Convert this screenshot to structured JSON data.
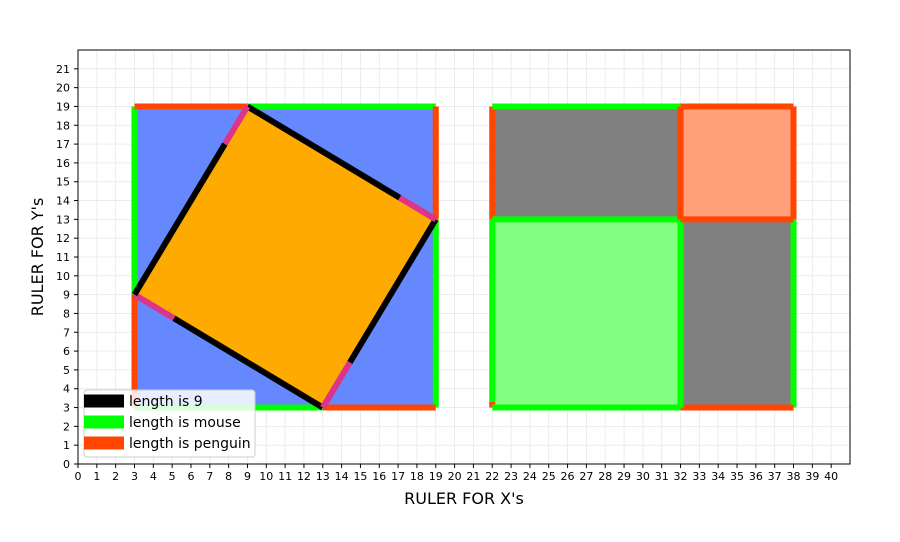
{
  "chart_data": {
    "type": "diagram",
    "xlabel": "RULER FOR X's",
    "ylabel": "RULER FOR Y's",
    "xlim": [
      0,
      41
    ],
    "ylim": [
      0,
      22
    ],
    "x_ticks": [
      0,
      1,
      2,
      3,
      4,
      5,
      6,
      7,
      8,
      9,
      10,
      11,
      12,
      13,
      14,
      15,
      16,
      17,
      18,
      19,
      20,
      21,
      22,
      23,
      24,
      25,
      26,
      27,
      28,
      29,
      30,
      31,
      32,
      33,
      34,
      35,
      36,
      37,
      38,
      39,
      40
    ],
    "y_ticks": [
      0,
      1,
      2,
      3,
      4,
      5,
      6,
      7,
      8,
      9,
      10,
      11,
      12,
      13,
      14,
      15,
      16,
      17,
      18,
      19,
      20,
      21
    ],
    "grid": true,
    "legend": {
      "placement": "lower-left",
      "entries": [
        {
          "label": "length is 9",
          "color": "#000000"
        },
        {
          "label": "length is mouse",
          "color": "#00ff00"
        },
        {
          "label": "length is penguin",
          "color": "#ff4500"
        }
      ]
    },
    "filled_shapes": [
      {
        "name": "big-blue-square",
        "color": "#6688ff",
        "points": [
          [
            3,
            3
          ],
          [
            19,
            3
          ],
          [
            19,
            19
          ],
          [
            3,
            19
          ]
        ]
      },
      {
        "name": "orange-tilted-square",
        "color": "#ffaa00",
        "points": [
          [
            3,
            9
          ],
          [
            13,
            3
          ],
          [
            19,
            13
          ],
          [
            9,
            19
          ]
        ]
      },
      {
        "name": "gray-rectangle",
        "color": "#808080",
        "points": [
          [
            22,
            3
          ],
          [
            38,
            3
          ],
          [
            38,
            19
          ],
          [
            22,
            19
          ]
        ]
      },
      {
        "name": "light-green-rectangle",
        "color": "#80ff80",
        "points": [
          [
            22,
            3
          ],
          [
            32,
            3
          ],
          [
            32,
            13
          ],
          [
            22,
            13
          ]
        ]
      },
      {
        "name": "salmon-square",
        "color": "#ffa07a",
        "points": [
          [
            32,
            13
          ],
          [
            38,
            13
          ],
          [
            38,
            19
          ],
          [
            32,
            19
          ]
        ]
      }
    ],
    "segments": [
      {
        "color": "#ff4500",
        "from": [
          3,
          3
        ],
        "to": [
          3,
          9
        ]
      },
      {
        "color": "#00ff00",
        "from": [
          3,
          9
        ],
        "to": [
          3,
          19
        ]
      },
      {
        "color": "#ff4500",
        "from": [
          3,
          19
        ],
        "to": [
          9,
          19
        ]
      },
      {
        "color": "#00ff00",
        "from": [
          9,
          19
        ],
        "to": [
          19,
          19
        ]
      },
      {
        "color": "#ff4500",
        "from": [
          19,
          19
        ],
        "to": [
          19,
          13
        ]
      },
      {
        "color": "#00ff00",
        "from": [
          19,
          13
        ],
        "to": [
          19,
          3
        ]
      },
      {
        "color": "#ff4500",
        "from": [
          19,
          3
        ],
        "to": [
          13,
          3
        ]
      },
      {
        "color": "#00ff00",
        "from": [
          13,
          3
        ],
        "to": [
          3,
          3
        ]
      },
      {
        "color": "#ff4500",
        "from": [
          22,
          3
        ],
        "to": [
          22,
          3.3
        ]
      },
      {
        "color": "#00ff00",
        "from": [
          22,
          3.3
        ],
        "to": [
          22,
          13
        ]
      },
      {
        "color": "#ff4500",
        "from": [
          22,
          13
        ],
        "to": [
          22,
          19
        ]
      },
      {
        "color": "#00ff00",
        "from": [
          22,
          19
        ],
        "to": [
          32,
          19
        ]
      },
      {
        "color": "#ff4500",
        "from": [
          32,
          19
        ],
        "to": [
          38,
          19
        ]
      },
      {
        "color": "#ff4500",
        "from": [
          38,
          19
        ],
        "to": [
          38,
          13
        ]
      },
      {
        "color": "#00ff00",
        "from": [
          38,
          13
        ],
        "to": [
          38,
          3
        ]
      },
      {
        "color": "#ff4500",
        "from": [
          38,
          3
        ],
        "to": [
          32,
          3
        ]
      },
      {
        "color": "#00ff00",
        "from": [
          32,
          3
        ],
        "to": [
          22,
          3
        ]
      },
      {
        "color": "#00ff00",
        "from": [
          22,
          13
        ],
        "to": [
          32,
          13
        ]
      },
      {
        "color": "#00ff00",
        "from": [
          32,
          13
        ],
        "to": [
          32,
          3
        ]
      },
      {
        "color": "#ff4500",
        "from": [
          32,
          13
        ],
        "to": [
          38,
          13
        ]
      },
      {
        "color": "#ff4500",
        "from": [
          32,
          13
        ],
        "to": [
          32,
          19
        ]
      },
      {
        "color": "#dd3388",
        "from": [
          3,
          9
        ],
        "to": [
          5.1,
          7.74
        ]
      },
      {
        "color": "#000000",
        "from": [
          5.1,
          7.74
        ],
        "to": [
          13,
          3
        ]
      },
      {
        "color": "#dd3388",
        "from": [
          13,
          3
        ],
        "to": [
          14.44,
          5.4
        ]
      },
      {
        "color": "#000000",
        "from": [
          14.44,
          5.4
        ],
        "to": [
          19,
          13
        ]
      },
      {
        "color": "#dd3388",
        "from": [
          19,
          13
        ],
        "to": [
          17.08,
          14.15
        ]
      },
      {
        "color": "#000000",
        "from": [
          17.08,
          14.15
        ],
        "to": [
          9,
          19
        ]
      },
      {
        "color": "#dd3388",
        "from": [
          9,
          19
        ],
        "to": [
          7.8,
          17
        ]
      },
      {
        "color": "#000000",
        "from": [
          7.8,
          17
        ],
        "to": [
          3,
          9
        ]
      }
    ]
  }
}
